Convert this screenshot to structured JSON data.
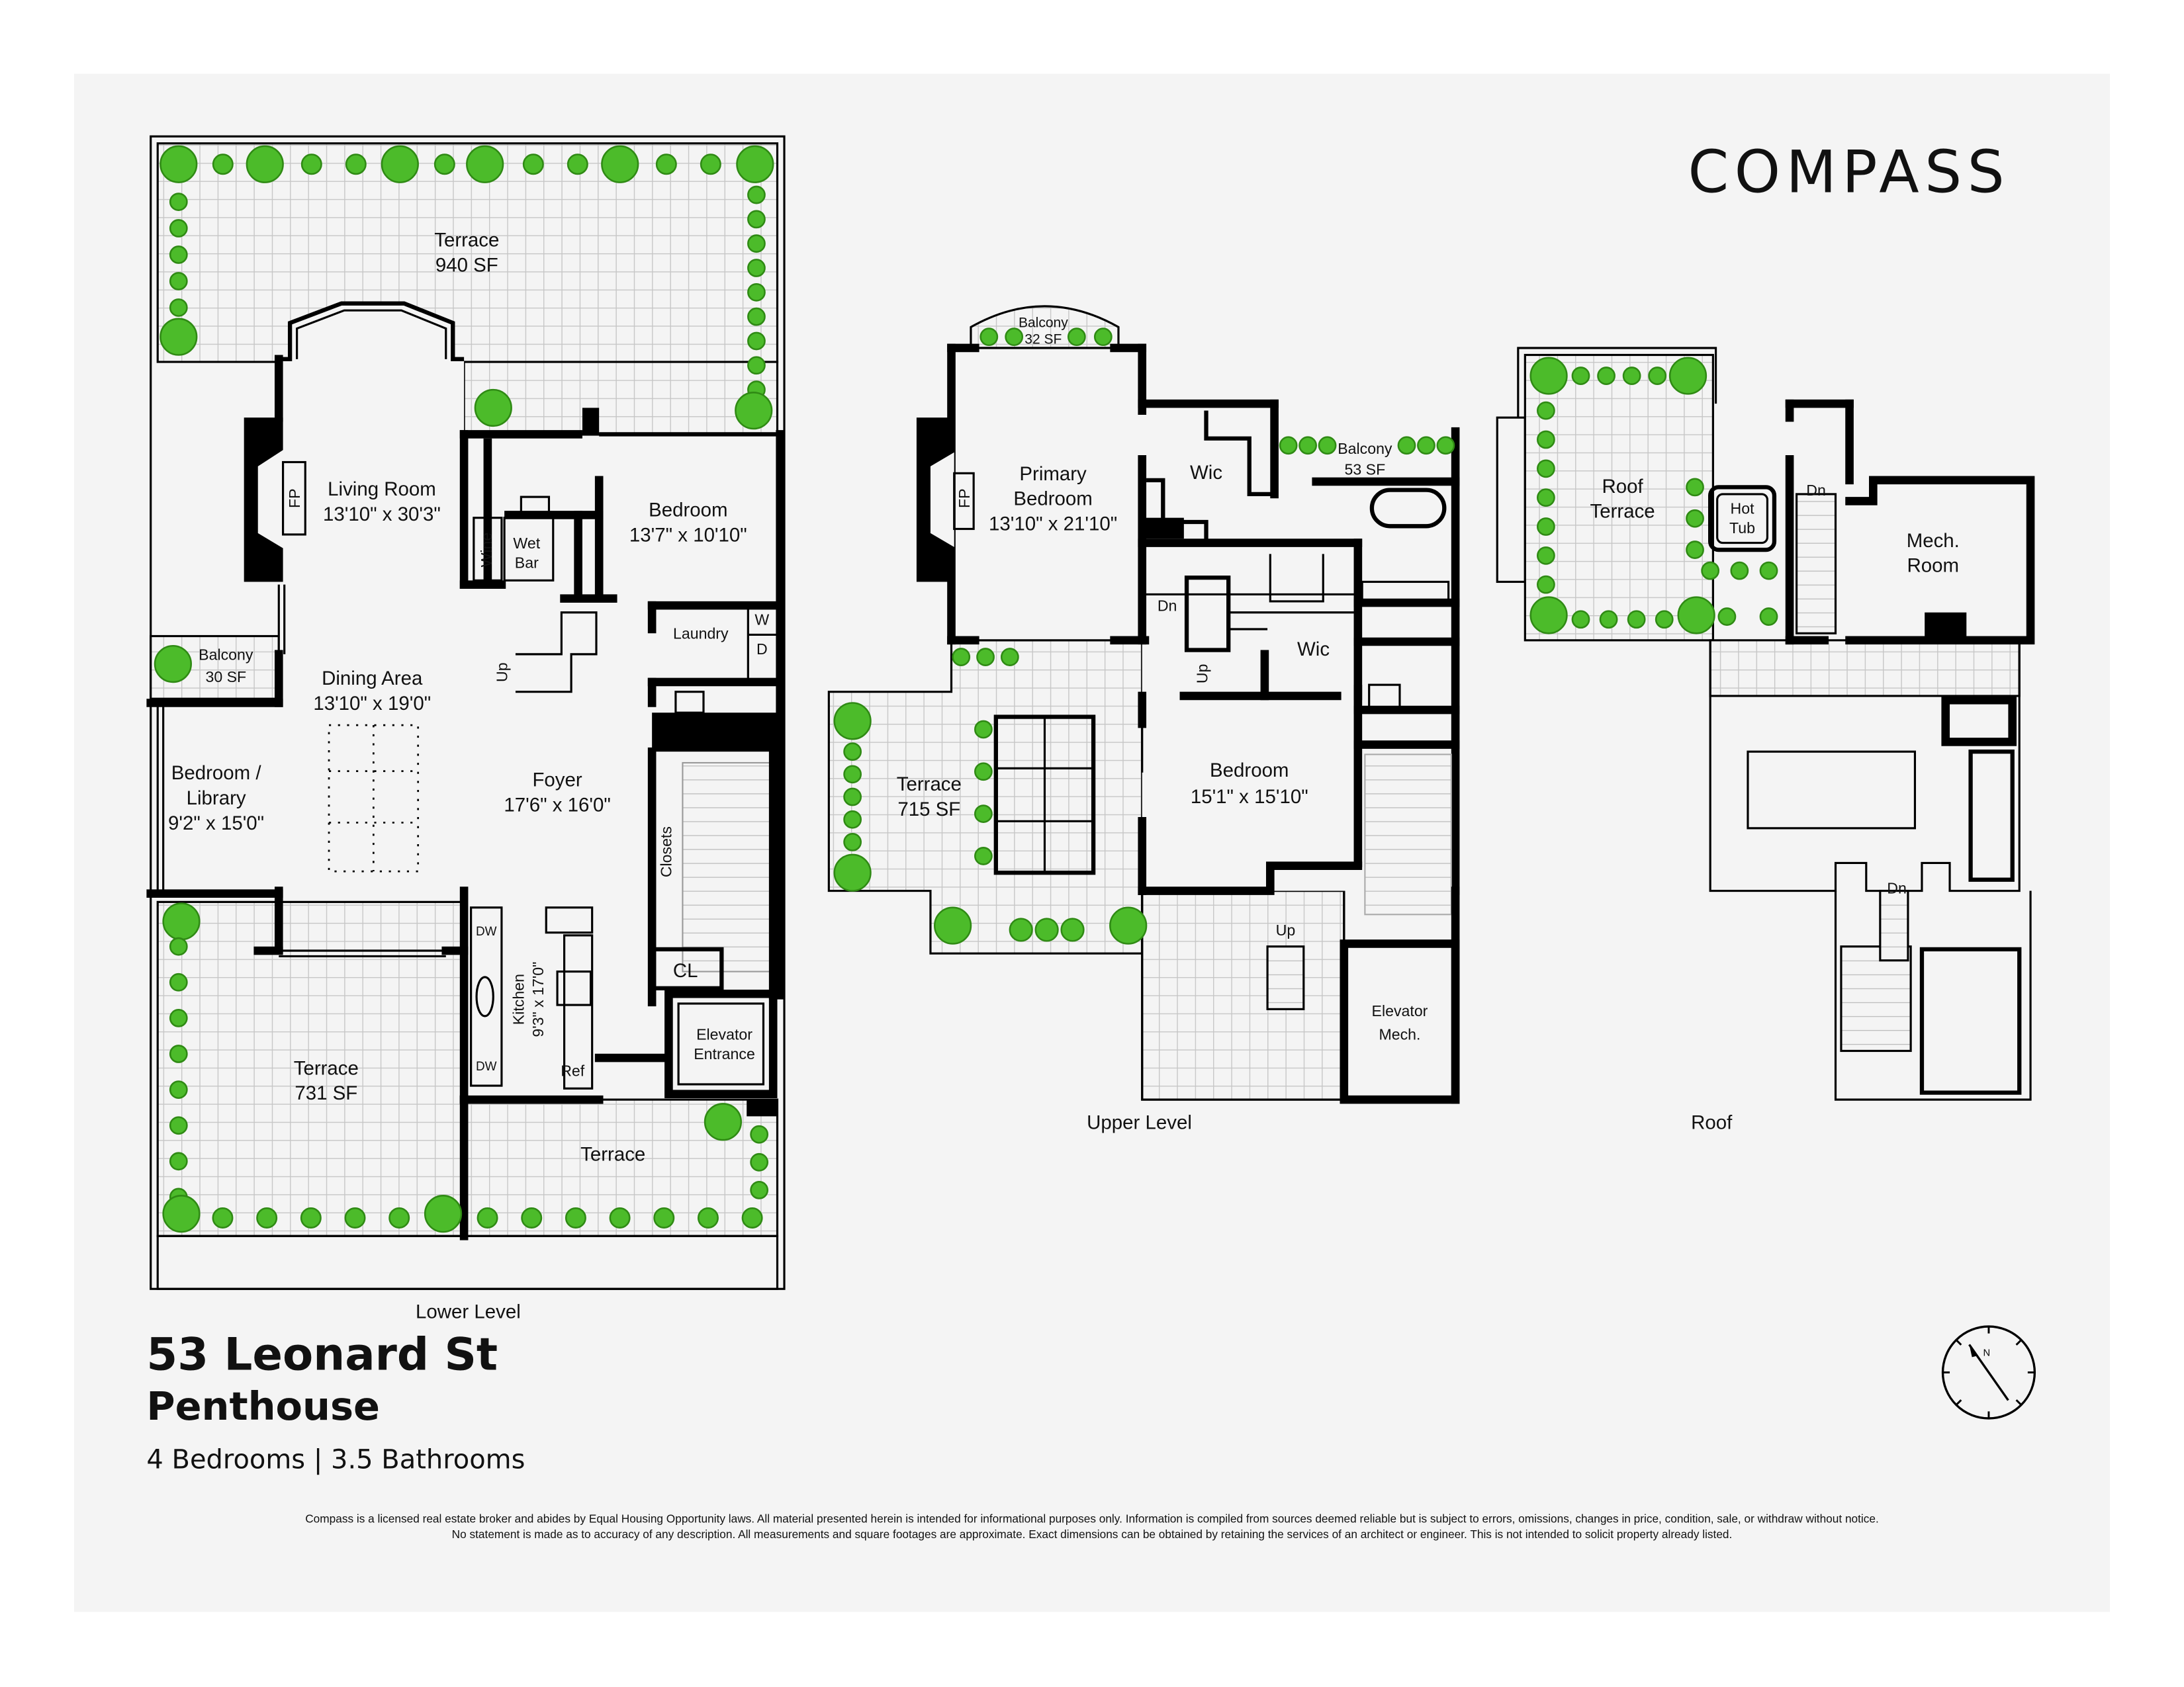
{
  "brand": {
    "logo_text": "COMPASS"
  },
  "listing": {
    "address": "53 Leonard St",
    "unit": "Penthouse",
    "summary": "4 Bedrooms | 3.5 Bathrooms"
  },
  "levels": {
    "lower": {
      "caption": "Lower Level",
      "rooms": {
        "terrace_north": {
          "name": "Terrace",
          "size": "940 SF"
        },
        "living_room": {
          "name": "Living Room",
          "size": "13'10\" x 30'3\""
        },
        "fp": "FP",
        "wine": "Wine",
        "wet_bar": {
          "line1": "Wet",
          "line2": "Bar"
        },
        "bedroom": {
          "name": "Bedroom",
          "size": "13'7\" x 10'10\""
        },
        "laundry": "Laundry",
        "washer": "W",
        "dryer": "D",
        "stairs_up": "Up",
        "balcony": {
          "name": "Balcony",
          "size": "30 SF"
        },
        "dining_area": {
          "name": "Dining Area",
          "size": "13'10\" x 19'0\""
        },
        "foyer": {
          "name": "Foyer",
          "size": "17'6\" x 16'0\""
        },
        "bedroom_library": {
          "line1": "Bedroom /",
          "line2": "Library",
          "size": "9'2\" x 15'0\""
        },
        "closets": "Closets",
        "cl": "CL",
        "kitchen": {
          "name": "Kitchen",
          "size": "9'3\" x 17'0\""
        },
        "dw1": "DW",
        "dw2": "DW",
        "ref": "Ref",
        "elevator_entrance": {
          "line1": "Elevator",
          "line2": "Entrance"
        },
        "terrace_south": {
          "name": "Terrace",
          "size": "731 SF"
        },
        "terrace_east": {
          "name": "Terrace"
        }
      }
    },
    "upper": {
      "caption": "Upper Level",
      "rooms": {
        "balcony_32": {
          "name": "Balcony",
          "size": "32 SF"
        },
        "primary_bedroom": {
          "line1": "Primary",
          "line2": "Bedroom",
          "size": "13'10\" x 21'10\""
        },
        "fp": "FP",
        "wic1": "Wic",
        "balcony_53": {
          "name": "Balcony",
          "size": "53 SF"
        },
        "stairs_dn": "Dn",
        "stairs_up": "Up",
        "wic2": "Wic",
        "terrace": {
          "name": "Terrace",
          "size": "715 SF"
        },
        "bedroom": {
          "name": "Bedroom",
          "size": "15'1\" x 15'10\""
        },
        "stairs_up2": "Up",
        "elevator_mech": {
          "line1": "Elevator",
          "line2": "Mech."
        }
      }
    },
    "roof": {
      "caption": "Roof",
      "rooms": {
        "roof_terrace": {
          "line1": "Roof",
          "line2": "Terrace"
        },
        "hot_tub": {
          "line1": "Hot",
          "line2": "Tub"
        },
        "stairs_dn": "Dn",
        "mech_room": {
          "line1": "Mech.",
          "line2": "Room"
        },
        "stairs_dn2": "Dn"
      }
    }
  },
  "compass_rose": {
    "north_label": "N"
  },
  "disclaimer": {
    "line1": "Compass is a licensed real estate broker and abides by Equal Housing Opportunity laws. All material presented herein is intended for informational purposes only. Information is compiled from sources deemed reliable but is subject to errors, omissions, changes in price, condition, sale, or withdraw without notice.",
    "line2": "No statement is made as to accuracy of any description. All measurements and square footages are approximate. Exact dimensions can be obtained by retaining the services of an architect or engineer. This is not intended to solicit property already listed."
  },
  "colors": {
    "plant_green": "#4cbb2a",
    "wall": "#000000",
    "panel": "#f4f4f4",
    "grid": "#c6c6c6"
  }
}
